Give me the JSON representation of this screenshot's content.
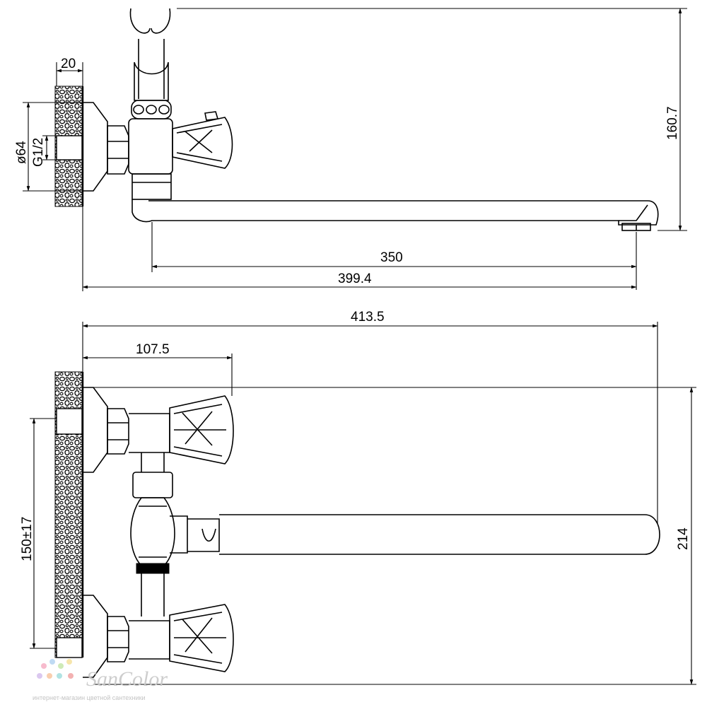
{
  "top_view": {
    "dim_wall_thickness": "20",
    "dim_diameter": "ø64",
    "dim_thread": "G1/2",
    "dim_height": "160.7",
    "dim_spout_reach": "350",
    "dim_total_reach": "399.4"
  },
  "front_view": {
    "dim_total_length": "413.5",
    "dim_handle_offset": "107.5",
    "dim_inlet_spacing": "150±17",
    "dim_total_height": "214"
  },
  "watermark": {
    "brand": "SanColor",
    "tagline": "интернет-магазин цветной сантехники"
  }
}
